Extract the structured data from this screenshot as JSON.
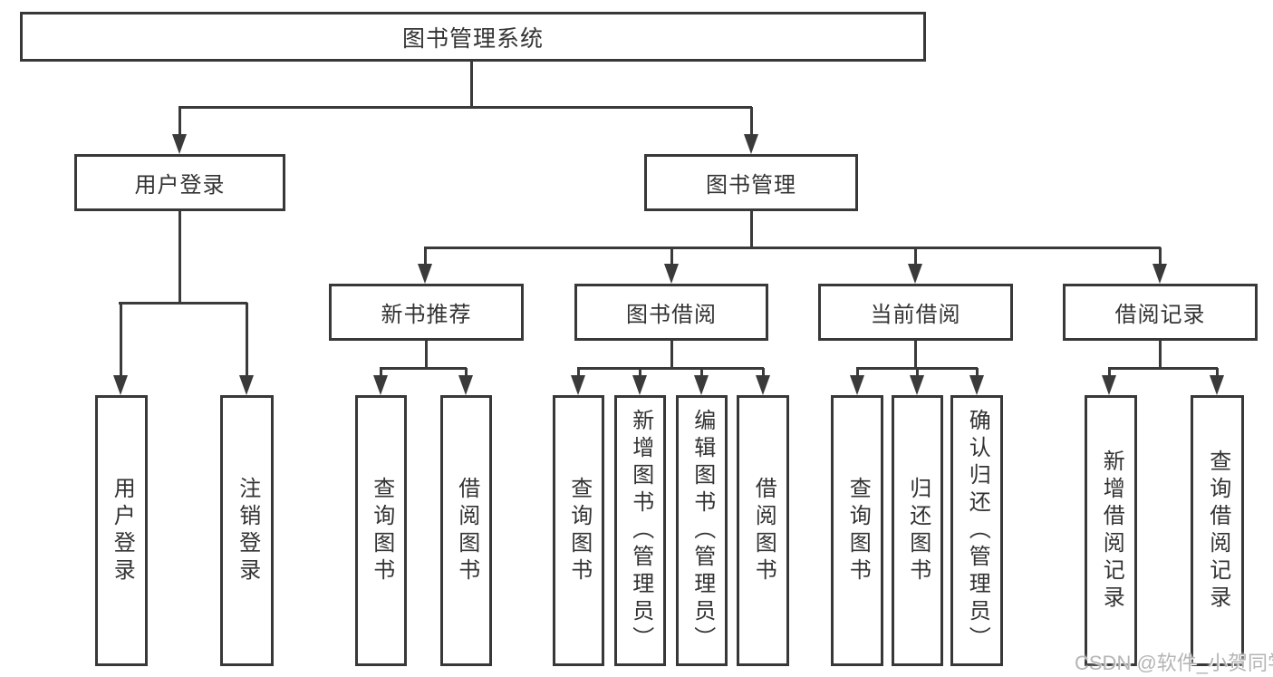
{
  "tree": {
    "label": "图书管理系统",
    "children": [
      {
        "label": "用户登录",
        "children": [
          {
            "label": "用户登录"
          },
          {
            "label": "注销登录"
          }
        ]
      },
      {
        "label": "图书管理",
        "children": [
          {
            "label": "新书推荐",
            "children": [
              {
                "label": "查询图书"
              },
              {
                "label": "借阅图书"
              }
            ]
          },
          {
            "label": "图书借阅",
            "children": [
              {
                "label": "查询图书"
              },
              {
                "label": "新增图书（管理员）"
              },
              {
                "label": "编辑图书（管理员）"
              },
              {
                "label": "借阅图书"
              }
            ]
          },
          {
            "label": "当前借阅",
            "children": [
              {
                "label": "查询图书"
              },
              {
                "label": "归还图书"
              },
              {
                "label": "确认归还（管理员）"
              }
            ]
          },
          {
            "label": "借阅记录",
            "children": [
              {
                "label": "新增借阅记录"
              },
              {
                "label": "查询借阅记录"
              }
            ]
          }
        ]
      }
    ]
  },
  "watermark": {
    "text": "CSDN @软件_小贺同学"
  },
  "colors": {
    "line": "#3a3a3a",
    "border": "#383838",
    "text": "#333333",
    "watermark": "#b5b5b5"
  }
}
